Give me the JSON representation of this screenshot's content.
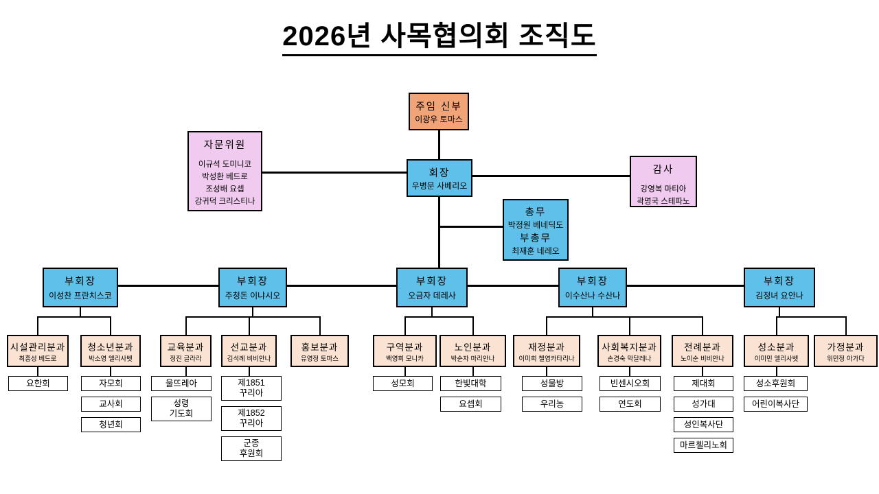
{
  "title": "2026년 사목협의회 조직도",
  "colors": {
    "salmon": "#F2A479",
    "pink": "#F0CBEF",
    "blue": "#5FC1E9",
    "peach": "#FAE3D3",
    "line": "#000000"
  },
  "pastor": {
    "title": "주임 신부",
    "name": "이광우 토마스"
  },
  "advisors": {
    "title": "자문위원",
    "members": [
      "이규석 도미니코",
      "박성환 베드로",
      "조성배 요셉",
      "강귀덕 크리스티나"
    ]
  },
  "chair": {
    "title": "회장",
    "name": "우병문 사베리오"
  },
  "auditors": {
    "title": "감사",
    "members": [
      "강영복 마티아",
      "곽명국 스테파노"
    ]
  },
  "secretary": {
    "title": "총무",
    "name": "박정원 베네딕도",
    "sub_title": "부총무",
    "sub_name": "최재훈 네레오"
  },
  "vice_chairs": [
    {
      "title": "부회장",
      "name": "이성찬 프란치스코",
      "departments": [
        {
          "title": "시설관리분과",
          "name": "최흥성 베드로",
          "groups": [
            "요한회"
          ]
        },
        {
          "title": "청소년분과",
          "name": "박소영 엘리사벳",
          "groups": [
            "자모회",
            "교사회",
            "청년회"
          ]
        }
      ]
    },
    {
      "title": "부회장",
      "name": "주청돈 이냐시오",
      "departments": [
        {
          "title": "교육분과",
          "name": "정진 글라라",
          "groups": [
            "울뜨레아",
            "성령\n기도회"
          ]
        },
        {
          "title": "선교분과",
          "name": "김석례 비비안나",
          "groups": [
            "제1851\n꾸리아",
            "제1852\n꾸리아",
            "군종\n후원회"
          ]
        },
        {
          "title": "홍보분과",
          "name": "유영정 토마스",
          "groups": []
        }
      ]
    },
    {
      "title": "부회장",
      "name": "오금자 데레사",
      "departments": [
        {
          "title": "구역분과",
          "name": "백영희 모니카",
          "groups": [
            "성모회"
          ]
        },
        {
          "title": "노인분과",
          "name": "박순자 마리안나",
          "groups": [
            "한빛대학",
            "요셉회"
          ]
        }
      ]
    },
    {
      "title": "부회장",
      "name": "이수산나 수산나",
      "departments": [
        {
          "title": "재정분과",
          "name": "이미희 첼염카타리나",
          "groups": [
            "성물방",
            "우리농"
          ]
        },
        {
          "title": "사회복지분과",
          "name": "손경숙 막달레나",
          "groups": [
            "빈센시오회",
            "연도회"
          ]
        },
        {
          "title": "전례분과",
          "name": "노이순 비비안나",
          "groups": [
            "제대회",
            "성가대",
            "성인복사단",
            "마르첼리노회"
          ]
        }
      ]
    },
    {
      "title": "부회장",
      "name": "김정녀 요안나",
      "departments": [
        {
          "title": "성소분과",
          "name": "이미민 엘리사벳",
          "groups": [
            "성소후원회",
            "어린이복사단"
          ]
        },
        {
          "title": "가정분과",
          "name": "위민정 아가다",
          "groups": []
        }
      ]
    }
  ]
}
